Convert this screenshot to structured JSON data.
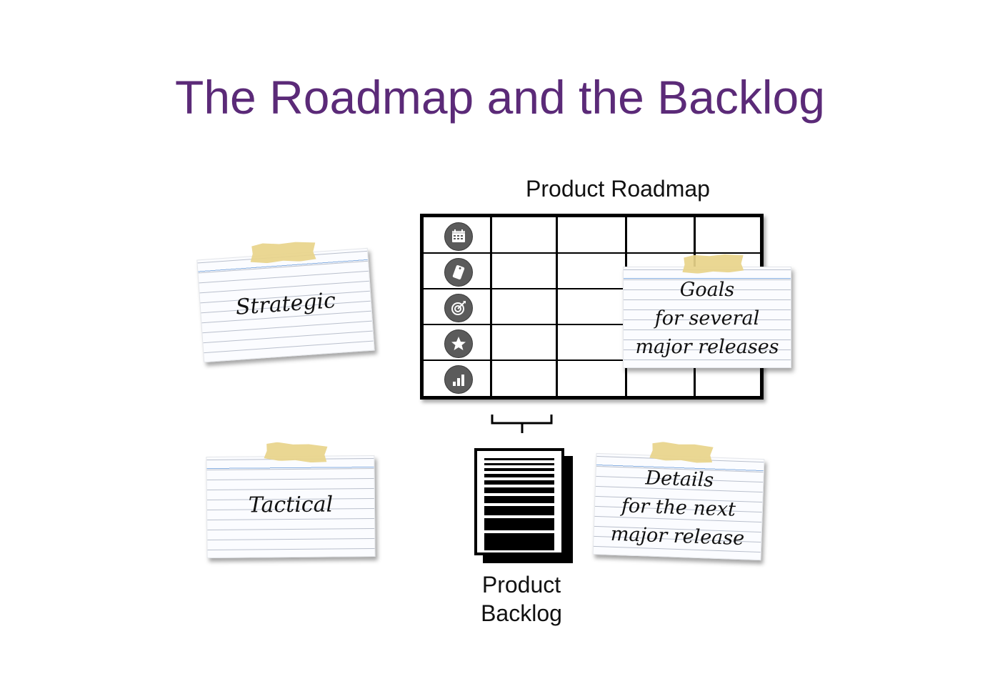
{
  "title": "The Roadmap and the Backlog",
  "roadmap": {
    "label": "Product Roadmap",
    "row_icons": [
      "calendar-icon",
      "tag-icon",
      "target-icon",
      "star-icon",
      "bar-chart-icon"
    ]
  },
  "backlog": {
    "label_line1": "Product",
    "label_line2": "Backlog"
  },
  "cards": {
    "strategic": {
      "text": "Strategic"
    },
    "tactical": {
      "text": "Tactical"
    },
    "goals": {
      "line1": "Goals",
      "line2": "for several",
      "line3": "major releases"
    },
    "details": {
      "line1": "Details",
      "line2": "for the next",
      "line3": "major release"
    }
  },
  "colors": {
    "title": "#5b2a78",
    "tape": "#e8d48a",
    "card_rule": "#b9bfcc",
    "icon_circle": "#5b5b5b"
  }
}
